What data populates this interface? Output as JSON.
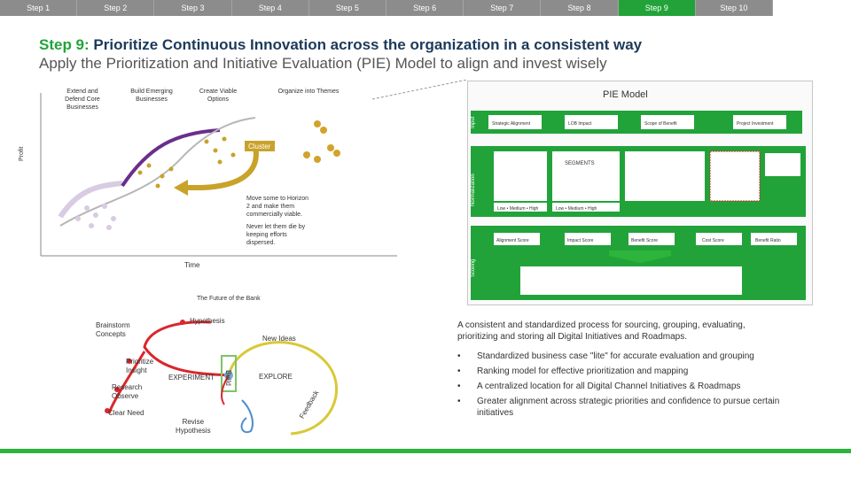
{
  "steps": [
    "Step 1",
    "Step 2",
    "Step 3",
    "Step 4",
    "Step 5",
    "Step 6",
    "Step 7",
    "Step 8",
    "Step 9",
    "Step 10"
  ],
  "active_step": 8,
  "header": {
    "title_lead": "Step 9:",
    "title_rest": " Prioritize Continuous Innovation across the organization in a consistent way",
    "subtitle": "Apply the Prioritization and Initiative Evaluation (PIE) Model to align and invest wisely"
  },
  "horizon_chart": {
    "top_labels": [
      "Extend and\nDefend Core\nBusinesses",
      "Build Emerging\nBusinesses",
      "Create Viable\nOptions",
      "Organize into Themes"
    ],
    "cluster_label": "Cluster",
    "move_note": "Move some to Horizon\n2 and make them\ncommercially viable.",
    "never_note": "Never let them die by\nkeeping efforts\ndispersed.",
    "y_axis": "Profit",
    "x_axis": "Time"
  },
  "pie_model": {
    "title": "PIE Model",
    "rows": [
      "Input",
      "Normalization",
      "Scoring"
    ],
    "input_boxes": [
      "Strategic Alignment",
      "LOB Impact",
      "Scope of Benefit",
      "Project Investment"
    ],
    "bands": [
      "Low • Medium • High",
      "Low • Medium • High"
    ],
    "segments_title": "SEGMENTS",
    "score_boxes": [
      "Alignment Score",
      "Impact Score",
      "Benefit Score",
      "Cost Score",
      "Benefit Ratio"
    ]
  },
  "future_label": "The Future of the Bank",
  "cycle": {
    "brainstorm": "Brainstorm\nConcepts",
    "hypothesis": "Hypothesis",
    "new_ideas": "New Ideas",
    "prioritize": "Prioritize\nInsight",
    "experiment": "EXPERIMENT",
    "explore": "EXPLORE",
    "research": "Research\nObserve",
    "clear_need": "Clear Need",
    "build": "Build",
    "feedback": "Feedback",
    "revise": "Revise\nHypothesis"
  },
  "description": "A consistent and standardized process for sourcing, grouping, evaluating, prioritizing and storing all Digital Initiatives and Roadmaps.",
  "bullets": [
    "Standardized business case \"lite\" for accurate evaluation and grouping",
    "Ranking model for effective prioritization and mapping",
    "A centralized location for all Digital Channel Initiatives & Roadmaps",
    "Greater alignment across strategic priorities and confidence to pursue certain initiatives"
  ],
  "bullet_glyph": "•",
  "colors": {
    "accent_green": "#22a33a",
    "step_bar": "#8c8c8c",
    "purple_dark": "#6a2e8c",
    "purple_light": "#d8cbe3",
    "gold": "#c9a22a",
    "red": "#d9272d"
  }
}
